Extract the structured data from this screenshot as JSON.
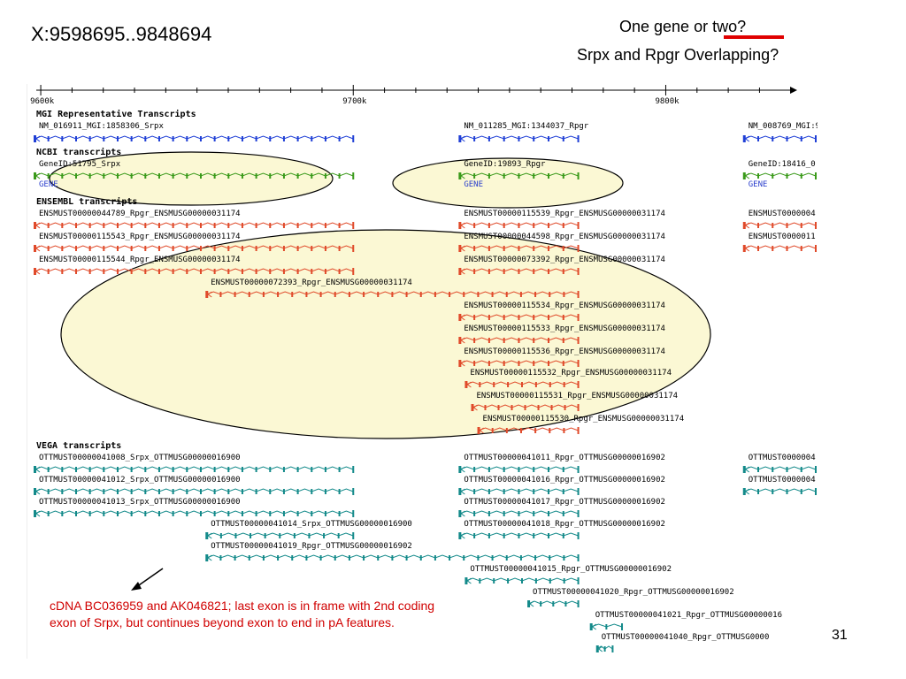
{
  "slide": {
    "coordinate": "X:9598695..9848694",
    "title_line1": "One gene or two?",
    "title_line2": "Srpx and Rpgr Overlapping?",
    "page_number": "31",
    "annotation": "cDNA BC036959 and AK046821; last exon is in frame with 2nd coding exon of Srpx, but continues beyond exon to end in pA features."
  },
  "browser": {
    "ruler": {
      "ticks": [
        "9600k",
        "9700k",
        "9800k"
      ]
    },
    "colors": {
      "mgi": "#1f3fd6",
      "ncbi": "#3a9a1a",
      "ensembl": "#e04a2a",
      "vega": "#138a8a",
      "highlight_fill": "#fbf8d4",
      "label": "#000000",
      "gene_link": "#2a3ecc"
    },
    "tracks": [
      {
        "heading": "MGI Representative Transcripts",
        "track": "mgi",
        "features": [
          {
            "label": "NM_016911_MGI:1858306_Srpx",
            "start": 9598000,
            "end": 9700000
          },
          {
            "label": "NM_011285_MGI:1344037_Rpgr",
            "start": 9734000,
            "end": 9772000
          },
          {
            "label": "NM_008769_MGI:9",
            "start": 9825000,
            "end": 9848000
          }
        ]
      },
      {
        "heading": "NCBI transcripts",
        "track": "ncbi",
        "features": [
          {
            "label": "GeneID:51795_Srpx",
            "sublabel": "GENE",
            "start": 9598000,
            "end": 9700000
          },
          {
            "label": "GeneID:19893_Rpgr",
            "sublabel": "GENE",
            "start": 9734000,
            "end": 9772000
          },
          {
            "label": "GeneID:18416_0",
            "sublabel": "GENE",
            "start": 9825000,
            "end": 9848000
          }
        ]
      },
      {
        "heading": "ENSEMBL transcripts",
        "track": "ensembl",
        "features": [
          {
            "label": "ENSMUST00000044789_Rpgr_ENSMUSG00000031174",
            "start": 9598000,
            "end": 9700000
          },
          {
            "label": "ENSMUST00000115539_Rpgr_ENSMUSG00000031174",
            "start": 9734000,
            "end": 9772000
          },
          {
            "label": "ENSMUST0000004",
            "start": 9825000,
            "end": 9848000
          },
          {
            "label": "ENSMUST00000115543_Rpgr_ENSMUSG00000031174",
            "start": 9598000,
            "end": 9700000
          },
          {
            "label": "ENSMUST00000044598_Rpgr_ENSMUSG00000031174",
            "start": 9734000,
            "end": 9772000
          },
          {
            "label": "ENSMUST0000011",
            "start": 9825000,
            "end": 9848000
          },
          {
            "label": "ENSMUST00000115544_Rpgr_ENSMUSG00000031174",
            "start": 9598000,
            "end": 9700000
          },
          {
            "label": "ENSMUST00000073392_Rpgr_ENSMUSG00000031174",
            "start": 9734000,
            "end": 9772000
          },
          {
            "label": "ENSMUST00000072393_Rpgr_ENSMUSG00000031174",
            "start": 9653000,
            "end": 9772000
          },
          {
            "label": "ENSMUST00000115534_Rpgr_ENSMUSG00000031174",
            "start": 9734000,
            "end": 9772000
          },
          {
            "label": "ENSMUST00000115533_Rpgr_ENSMUSG00000031174",
            "start": 9734000,
            "end": 9772000
          },
          {
            "label": "ENSMUST00000115536_Rpgr_ENSMUSG00000031174",
            "start": 9734000,
            "end": 9772000
          },
          {
            "label": "ENSMUST00000115532_Rpgr_ENSMUSG00000031174",
            "start": 9736000,
            "end": 9772000
          },
          {
            "label": "ENSMUST00000115531_Rpgr_ENSMUSG00000031174",
            "start": 9738000,
            "end": 9772000
          },
          {
            "label": "ENSMUST00000115530_Rpgr_ENSMUSG00000031174",
            "start": 9740000,
            "end": 9772000
          }
        ]
      },
      {
        "heading": "VEGA transcripts",
        "track": "vega",
        "features": [
          {
            "label": "OTTMUST00000041008_Srpx_OTTMUSG00000016900",
            "start": 9598000,
            "end": 9700000
          },
          {
            "label": "OTTMUST00000041011_Rpgr_OTTMUSG00000016902",
            "start": 9734000,
            "end": 9772000
          },
          {
            "label": "OTTMUST0000004",
            "start": 9825000,
            "end": 9848000
          },
          {
            "label": "OTTMUST00000041012_Srpx_OTTMUSG00000016900",
            "start": 9598000,
            "end": 9700000
          },
          {
            "label": "OTTMUST00000041016_Rpgr_OTTMUSG00000016902",
            "start": 9734000,
            "end": 9772000
          },
          {
            "label": "OTTMUST0000004",
            "start": 9825000,
            "end": 9848000
          },
          {
            "label": "OTTMUST00000041013_Srpx_OTTMUSG00000016900",
            "start": 9598000,
            "end": 9700000
          },
          {
            "label": "OTTMUST00000041017_Rpgr_OTTMUSG00000016902",
            "start": 9734000,
            "end": 9772000
          },
          {
            "label": "OTTMUST00000041014_Srpx_OTTMUSG00000016900",
            "start": 9653000,
            "end": 9700000
          },
          {
            "label": "OTTMUST00000041018_Rpgr_OTTMUSG00000016902",
            "start": 9734000,
            "end": 9772000
          },
          {
            "label": "OTTMUST00000041019_Rpgr_OTTMUSG00000016902",
            "start": 9653000,
            "end": 9772000
          },
          {
            "label": "OTTMUST00000041015_Rpgr_OTTMUSG00000016902",
            "start": 9736000,
            "end": 9772000
          },
          {
            "label": "OTTMUST00000041020_Rpgr_OTTMUSG00000016902",
            "start": 9756000,
            "end": 9772000
          },
          {
            "label": "OTTMUST00000041021_Rpgr_OTTMUSG00000016",
            "start": 9776000,
            "end": 9786000
          },
          {
            "label": "OTTMUST00000041040_Rpgr_OTTMUSG0000",
            "start": 9778000,
            "end": 9783000
          }
        ]
      }
    ]
  }
}
